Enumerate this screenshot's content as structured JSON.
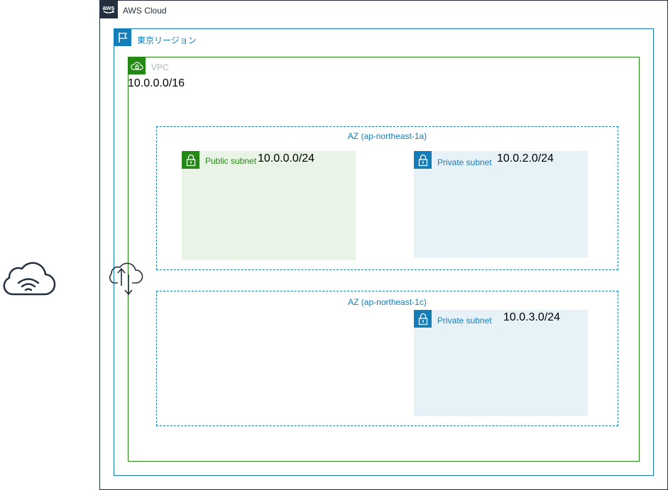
{
  "aws_cloud": {
    "label": "AWS Cloud",
    "icon": "aws-logo-icon"
  },
  "region": {
    "label": "東京リージョン",
    "icon": "region-flag-icon"
  },
  "vpc": {
    "label": "VPC",
    "cidr": "10.0.0.0/16",
    "icon": "vpc-cloud-lock-icon"
  },
  "availability_zones": [
    {
      "label": "AZ (ap-northeast-1a)",
      "subnets": [
        {
          "type": "Public subnet",
          "cidr": "10.0.0.0/24",
          "icon": "lock-icon"
        },
        {
          "type": "Private subnet",
          "cidr": "10.0.2.0/24",
          "icon": "lock-icon"
        }
      ]
    },
    {
      "label": "AZ (ap-northeast-1c)",
      "subnets": [
        {
          "type": "Private subnet",
          "cidr": "10.0.3.0/24",
          "icon": "lock-icon"
        }
      ]
    }
  ],
  "external": {
    "internet_icon": "internet-cloud-icon",
    "gateway_icon": "internet-gateway-icon"
  },
  "colors": {
    "aws_dark": "#232f3e",
    "region_blue": "#147eba",
    "vpc_green": "#248814",
    "public_fill": "#e9f3e6",
    "private_fill": "#e6f2f8",
    "vpc_label_gray": "#aab7b8"
  }
}
